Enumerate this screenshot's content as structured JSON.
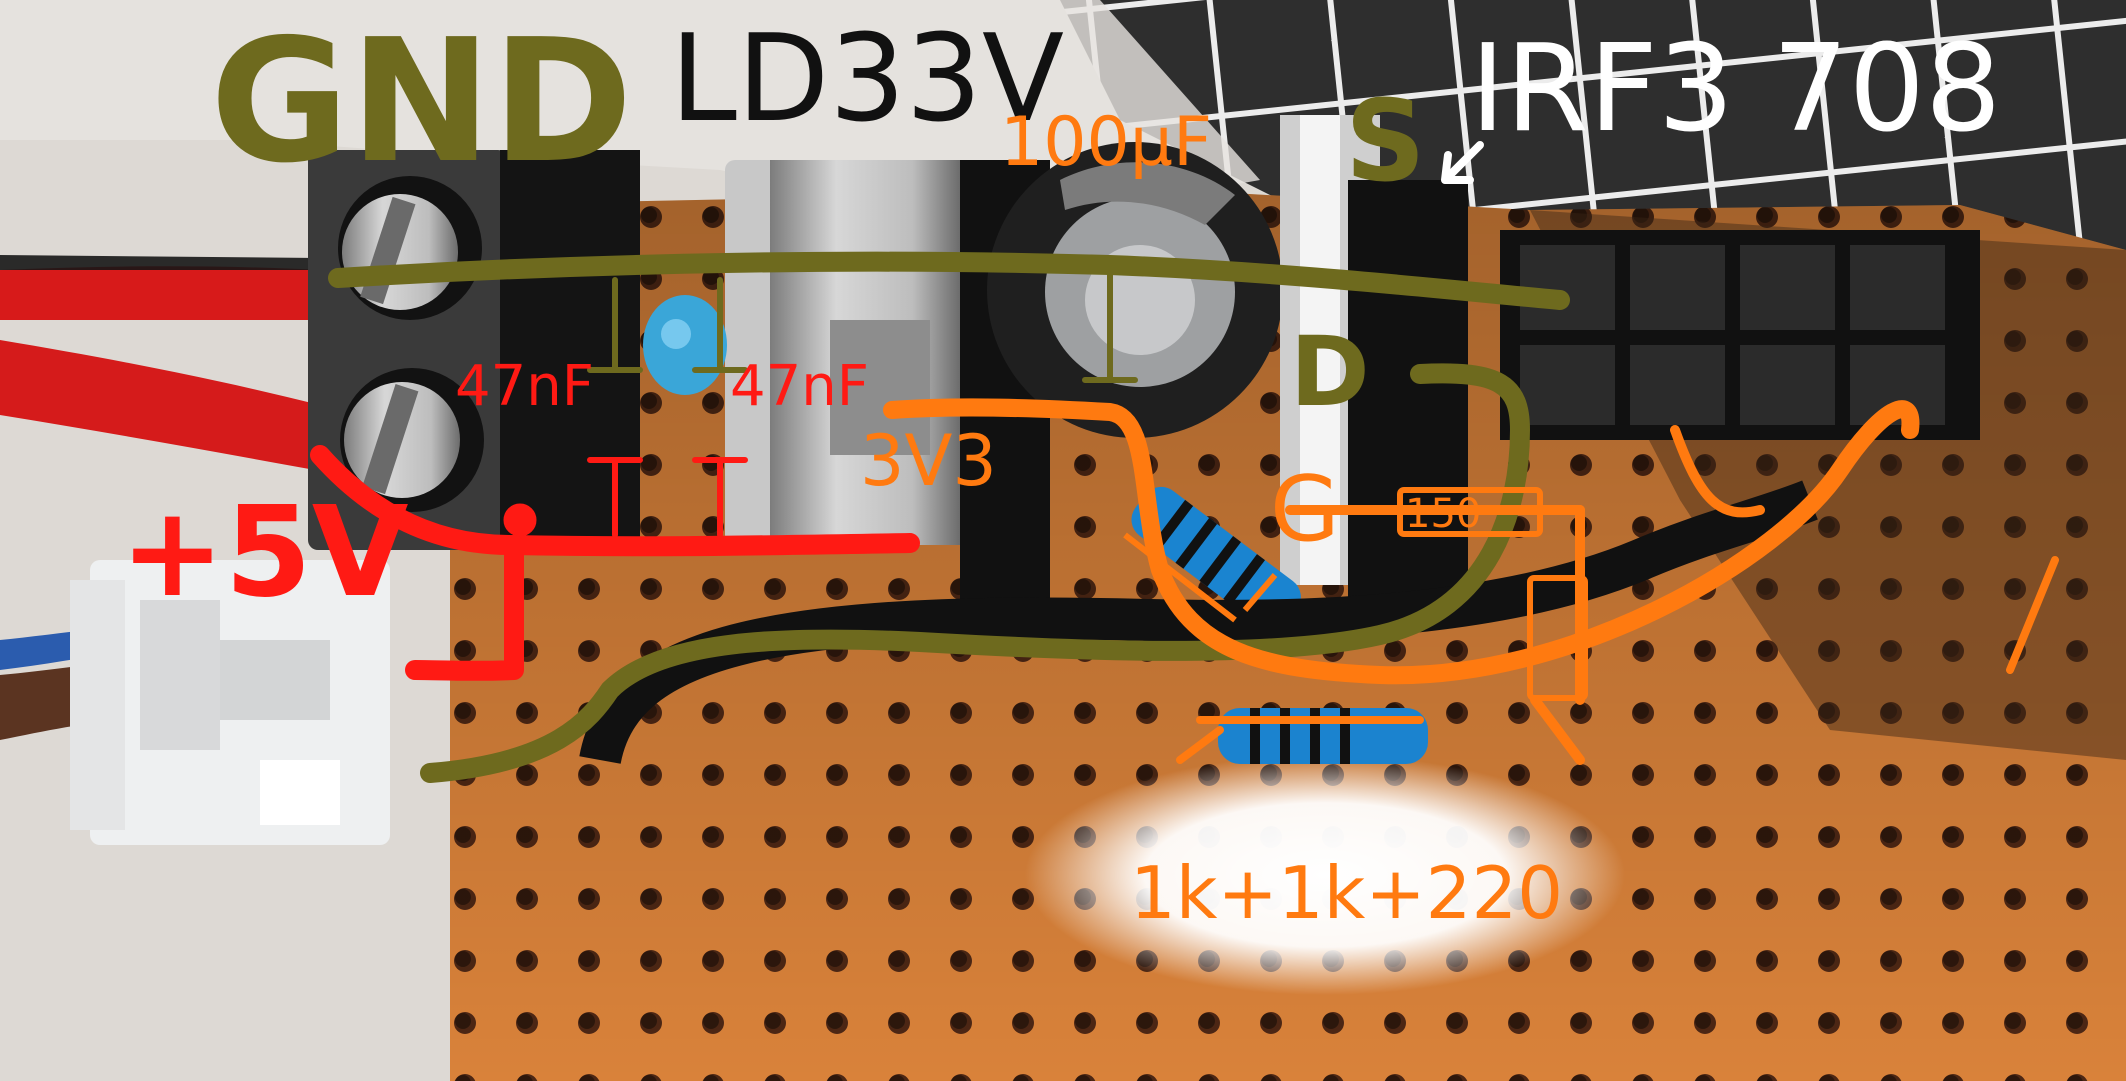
{
  "annotations": {
    "gnd": "GND",
    "ld33v": "LD33V",
    "irf3708": "IRF3 708",
    "cap_100uf": "100µF",
    "cap_47nf_left": "47nF",
    "cap_47nf_right": "47nF",
    "rail_3v3": "3V3",
    "plus_5v": "+5V",
    "pin_s": "S",
    "pin_d": "D",
    "pin_g": "G",
    "resistor_150": "150",
    "resistor_chain": "1k+1k+220"
  },
  "colors": {
    "gnd_wire": "#6e6a1e",
    "plus5_wire": "#ff1a14",
    "v33_wire": "#ff7a10",
    "label_dark": "#111111",
    "label_white": "#ffffff",
    "board": "#d9823a",
    "board_dark": "#a45f2b"
  }
}
